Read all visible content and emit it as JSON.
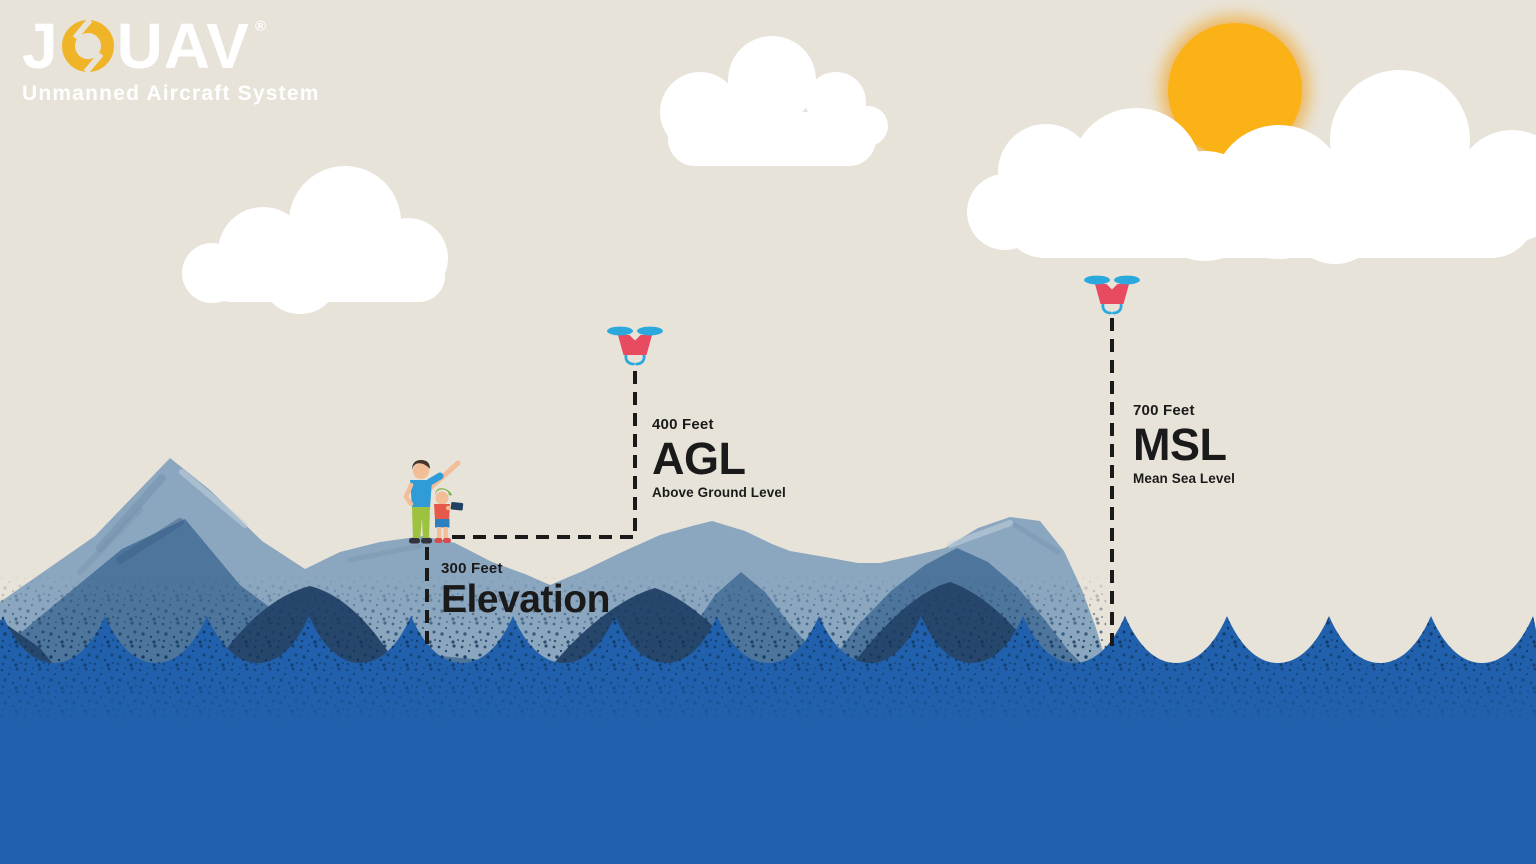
{
  "brand": {
    "logo_j": "J",
    "logo_uav": "UAV",
    "registered_mark": "®",
    "tagline": "Unmanned Aircraft System"
  },
  "annotations": {
    "agl": {
      "altitude": "400 Feet",
      "abbr": "AGL",
      "full_name": "Above Ground Level"
    },
    "msl": {
      "altitude": "700 Feet",
      "abbr": "MSL",
      "full_name": "Mean Sea Level"
    },
    "elevation": {
      "altitude": "300 Feet",
      "abbr": "Elevation"
    }
  },
  "colors": {
    "sky": "#E8E3D9",
    "cloud": "#FFFFFF",
    "sun": "#FBB217",
    "sun_glow": "#F29B0B",
    "mountain_light": "#8BA6BF",
    "mountain_mid": "#4E759C",
    "mountain_dark": "#27466B",
    "sea": "#2060AC",
    "sea_speckle": "#12395F",
    "drone_body": "#E84A5F",
    "drone_rotor": "#2BA9DD",
    "dashed_line": "#1A1A1A",
    "annotation_text": "#1A1A1A",
    "logo_text": "#FFFFFF",
    "logo_accent": "#F0B429"
  }
}
